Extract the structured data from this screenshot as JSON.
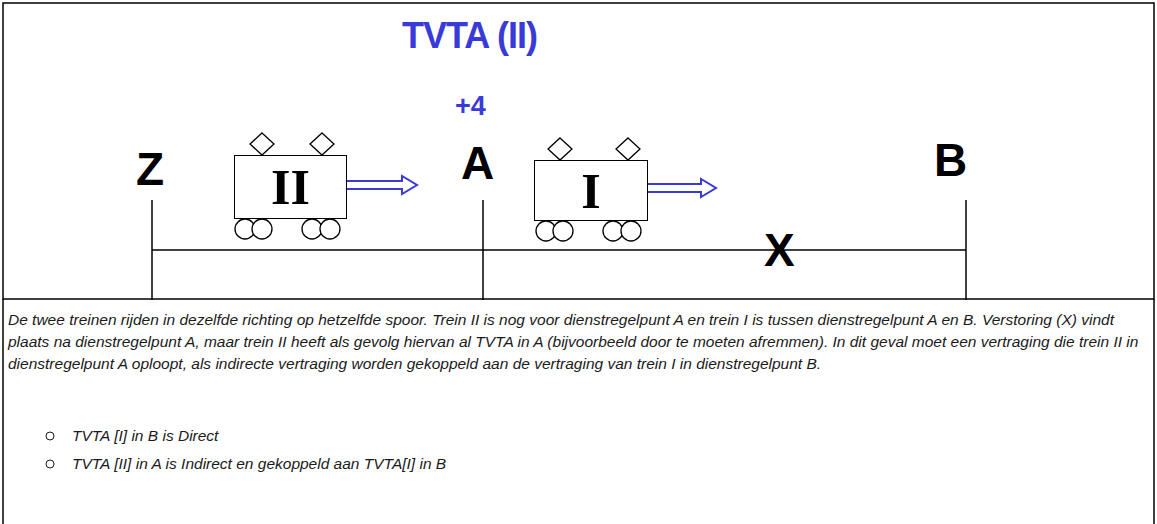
{
  "diagram": {
    "title": "TVTA (II)",
    "caption": "De twee treinen rijden in dezelfde richting op hetzelfde spoor. Trein II is nog voor dienstregelpunt A en trein I is tussen dienstregelpunt A en B. Verstoring (X) vindt plaats na dienstregelpunt A, maar trein II heeft als gevolg hiervan al TVTA in A (bijvoorbeeld door te moeten afremmen). In dit geval moet een vertraging die trein II in dienstregelpunt A oploopt, als indirecte vertraging worden gekoppeld aan de vertraging van trein I in dienstregelpunt B.",
    "nodes": [
      {
        "text": [
          "II"
        ]
      },
      {
        "text": [
          "I"
        ]
      }
    ],
    "labels": [
      "+4",
      "Z",
      "A",
      "B",
      "X",
      "TVTA [I] in B is Direct",
      "TVTA [II] in A is Indirect en gekoppeld aan TVTA[I] in B"
    ]
  }
}
